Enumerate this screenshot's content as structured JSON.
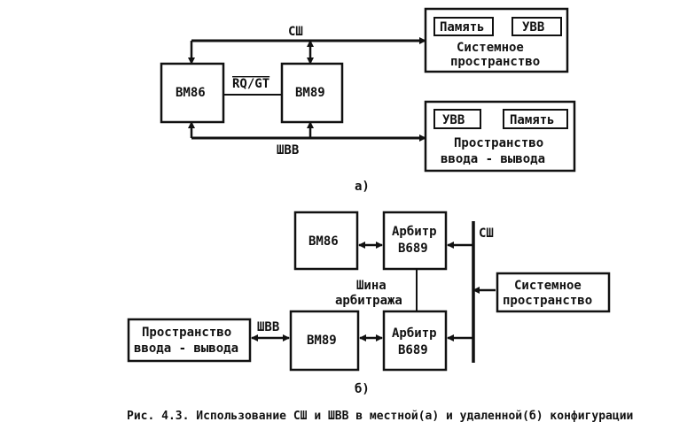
{
  "diagram_a": {
    "cpu": "ВМ86",
    "coproc": "ВМ89",
    "rqgt": "RQ/GT",
    "bus_system": "СШ",
    "bus_io": "ШВВ",
    "space_system": {
      "items": [
        "Память",
        "УВВ"
      ],
      "line1": "Системное",
      "line2": "пространство"
    },
    "space_io": {
      "items": [
        "УВВ",
        "Память"
      ],
      "line1": "Пространство",
      "line2": "ввода - вывода"
    },
    "label": "а)"
  },
  "diagram_b": {
    "cpu": "ВМ86",
    "coproc": "ВМ89",
    "arbiter_top": [
      "Арбитр",
      "В689"
    ],
    "arbiter_bottom": [
      "Арбитр",
      "В689"
    ],
    "bus_system": "СШ",
    "bus_io": "ШВВ",
    "arb_bus": [
      "Шина",
      "арбитража"
    ],
    "space_system": [
      "Системное",
      "пространство"
    ],
    "space_io": [
      "Пространство",
      "ввода - вывода"
    ],
    "label": "б)"
  },
  "caption": "Рис. 4.3. Использование СШ и ШВВ в местной(а) и удаленной(б) конфигурации",
  "colors": {
    "ink": "#111111",
    "paper": "#ffffff"
  }
}
